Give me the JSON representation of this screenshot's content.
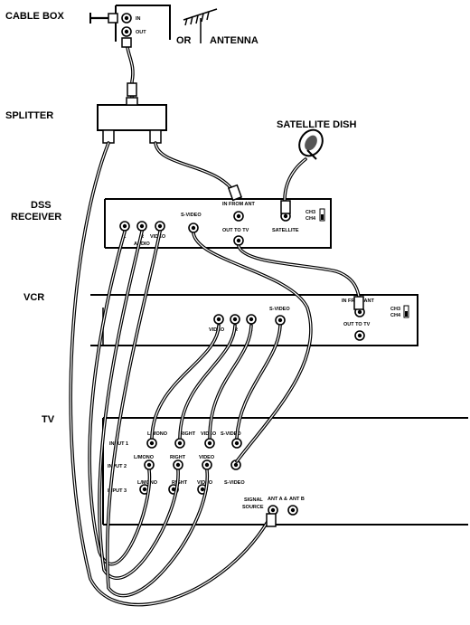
{
  "labels": {
    "cable_box": "CABLE BOX",
    "splitter": "SPLITTER",
    "satellite_dish": "SATELLITE DISH",
    "dss_line1": "DSS",
    "dss_line2": "RECEIVER",
    "vcr": "VCR",
    "tv": "TV",
    "or": "OR",
    "antenna": "ANTENNA"
  },
  "cable_box_jacks": {
    "in": "IN",
    "out": "OUT"
  },
  "dss_jacks": {
    "audio": "AUDIO",
    "l": "L",
    "r": "R",
    "video": "VIDEO",
    "s_video": "S-VIDEO",
    "in_from_ant": "IN FROM ANT",
    "out_to_tv": "OUT TO TV",
    "satellite": "SATELLITE",
    "ch3": "CH3",
    "ch4": "CH4"
  },
  "vcr_jacks": {
    "video": "VIDEO",
    "r": "R",
    "l": "L",
    "s_video": "S-VIDEO",
    "in_from_ant": "IN FROM ANT",
    "out_to_tv": "OUT TO TV",
    "ch3": "CH3",
    "ch4": "CH4"
  },
  "tv_jacks": {
    "l_mono": "L/MONO",
    "right": "RIGHT",
    "video": "VIDEO",
    "s_video": "S-VIDEO",
    "input1": "INPUT 1",
    "input2": "INPUT 2",
    "input3": "INPUT 3",
    "l_mono_3": "L/MONO",
    "right_3": "RIGHT",
    "video_3": "VIDEO",
    "s_video_3": "S-VIDEO",
    "signal_line1": "SIGNAL",
    "signal_line2": "SOURCE",
    "ant_a": "ANT A",
    "ant_b": "ANT B",
    "amp": "&"
  }
}
